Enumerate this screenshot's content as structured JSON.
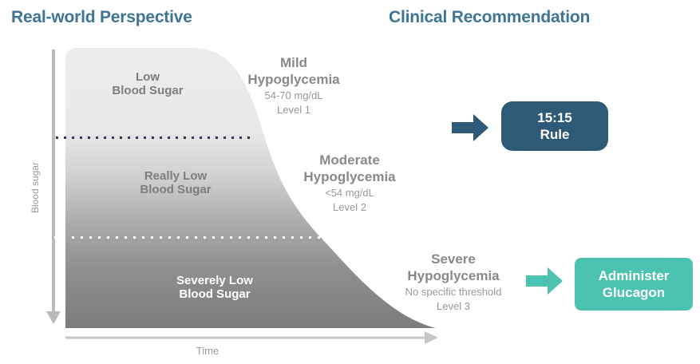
{
  "colors": {
    "title-blue": "#3e7495",
    "navy": "#2e5977",
    "navy-dot": "#2c3a54",
    "teal": "#4cc2b0",
    "zone-text": "#7d7d7d",
    "zone-text-inverse": "#ffffff",
    "annotation-title": "#898989",
    "annotation-sub": "#989898",
    "axis-gray": "#bababa",
    "label-gray": "#9b9b9b"
  },
  "headers": {
    "left": "Real-world Perspective",
    "right": "Clinical Recommendation"
  },
  "chart": {
    "y_axis_label": "Blood sugar",
    "x_axis_label": "Time",
    "zones": [
      {
        "line1": "Low",
        "line2": "Blood Sugar"
      },
      {
        "line1": "Really Low",
        "line2": "Blood Sugar"
      },
      {
        "line1": "Severely Low",
        "line2": "Blood Sugar"
      }
    ]
  },
  "annotations": [
    {
      "line1": "Mild",
      "line2": "Hypoglycemia",
      "detail": "54-70 mg/dL",
      "level": "Level 1"
    },
    {
      "line1": "Moderate",
      "line2": "Hypoglycemia",
      "detail": "<54 mg/dL",
      "level": "Level 2"
    },
    {
      "line1": "Severe",
      "line2": "Hypoglycemia",
      "detail": "No specific threshold",
      "level": "Level 3"
    }
  ],
  "recommendations": [
    {
      "line1": "15:15",
      "line2": "Rule"
    },
    {
      "line1": "Administer",
      "line2": "Glucagon"
    }
  ]
}
